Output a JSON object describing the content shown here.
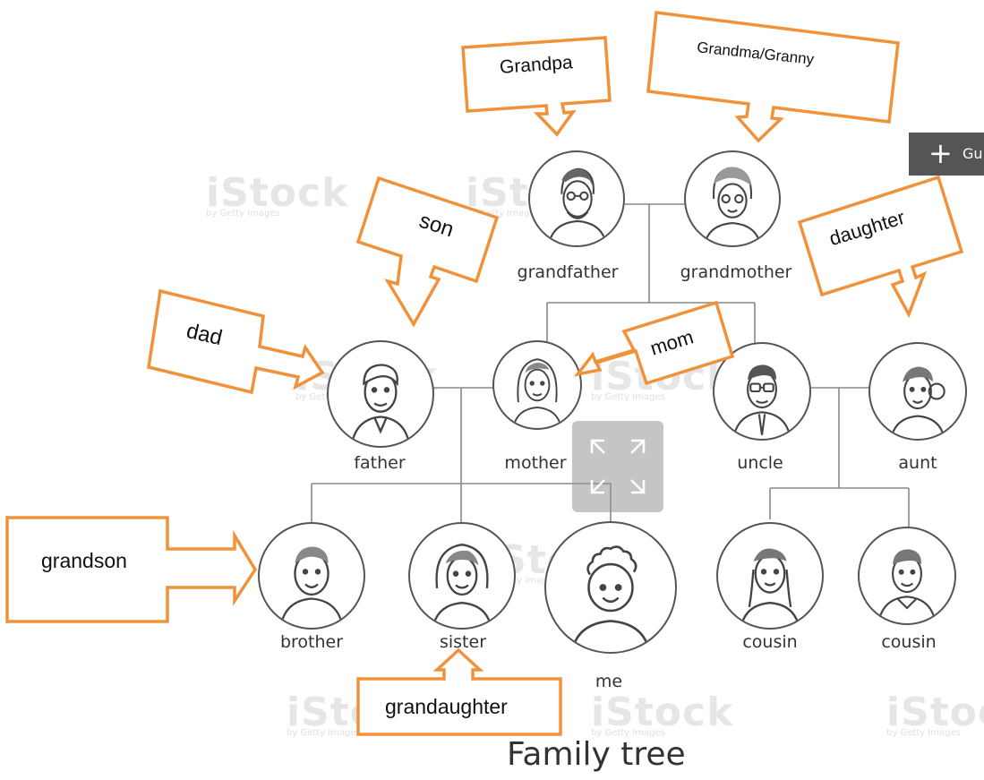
{
  "title": "Family tree",
  "guide_button": {
    "icon": "plus-icon",
    "label": "Gu"
  },
  "watermark": {
    "brand": "iStock",
    "sub": "by Getty Images"
  },
  "people": {
    "grandfather": "grandfather",
    "grandmother": "grandmother",
    "father": "father",
    "mother": "mother",
    "uncle": "uncle",
    "aunt": "aunt",
    "brother": "brother",
    "sister": "sister",
    "me": "me",
    "cousin1": "cousin",
    "cousin2": "cousin"
  },
  "callouts": {
    "grandpa": "Grandpa",
    "grandma": "Grandma/Granny",
    "son": "son",
    "daughter": "daughter",
    "dad": "dad",
    "mom": "mom",
    "grandson": "grandson",
    "granddaughter": "grandaughter"
  },
  "colors": {
    "callout_border": "#f0923a",
    "line": "#888888",
    "circle": "#555555"
  }
}
